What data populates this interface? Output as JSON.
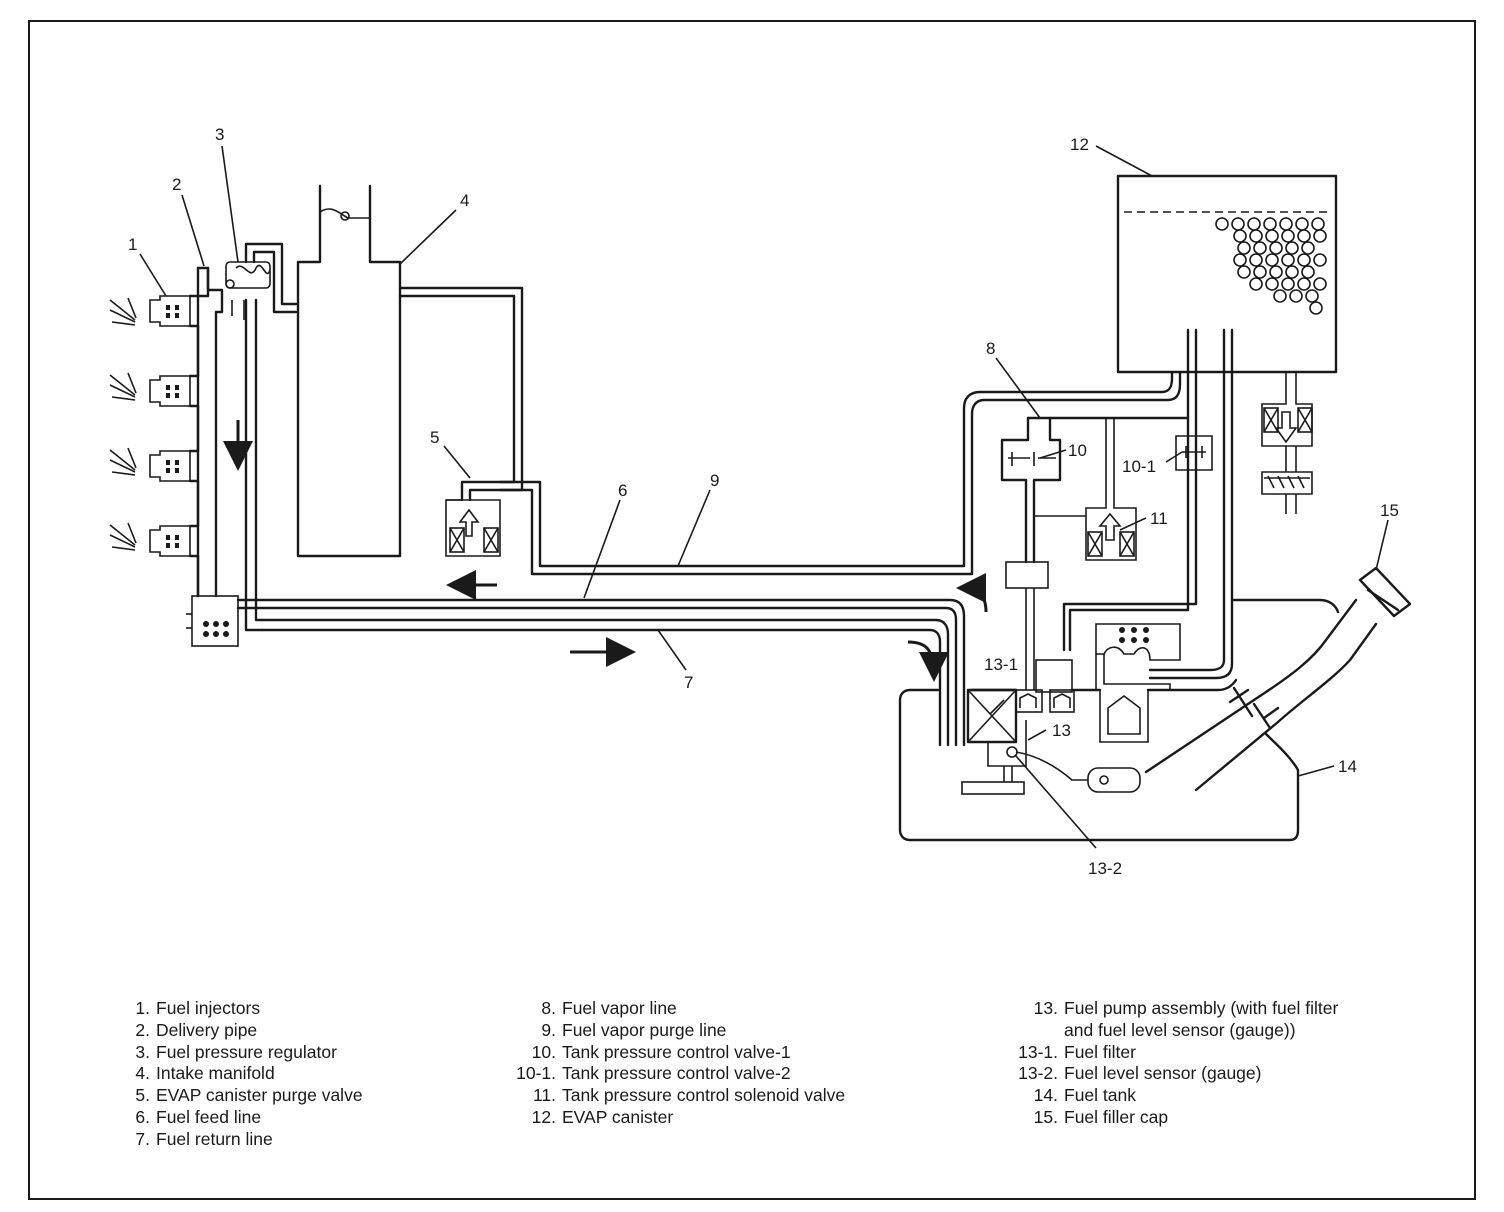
{
  "callouts": {
    "c1": "1",
    "c2": "2",
    "c3": "3",
    "c4": "4",
    "c5": "5",
    "c6": "6",
    "c7": "7",
    "c8": "8",
    "c9": "9",
    "c10": "10",
    "c10_1": "10-1",
    "c11": "11",
    "c12": "12",
    "c13": "13",
    "c13_1": "13-1",
    "c13_2": "13-2",
    "c14": "14",
    "c15": "15"
  },
  "legend": {
    "col1": [
      {
        "num": "1.",
        "text": "Fuel injectors"
      },
      {
        "num": "2.",
        "text": "Delivery pipe"
      },
      {
        "num": "3.",
        "text": "Fuel pressure regulator"
      },
      {
        "num": "4.",
        "text": "Intake manifold"
      },
      {
        "num": "5.",
        "text": "EVAP canister purge valve"
      },
      {
        "num": "6.",
        "text": "Fuel feed line"
      },
      {
        "num": "7.",
        "text": "Fuel return line"
      }
    ],
    "col2": [
      {
        "num": "8.",
        "text": "Fuel vapor line"
      },
      {
        "num": "9.",
        "text": "Fuel vapor purge line"
      },
      {
        "num": "10.",
        "text": "Tank pressure control valve-1"
      },
      {
        "num": "10-1.",
        "text": "Tank pressure control valve-2"
      },
      {
        "num": "11.",
        "text": "Tank pressure control solenoid valve"
      },
      {
        "num": "12.",
        "text": "EVAP canister"
      }
    ],
    "col3": [
      {
        "num": "13.",
        "text": "Fuel pump assembly (with fuel filter"
      },
      {
        "num": "",
        "text": "and fuel level sensor (gauge))"
      },
      {
        "num": "13-1.",
        "text": "Fuel filter"
      },
      {
        "num": "13-2.",
        "text": "Fuel level sensor (gauge)"
      },
      {
        "num": "14.",
        "text": "Fuel tank"
      },
      {
        "num": "15.",
        "text": "Fuel filler cap"
      }
    ]
  }
}
